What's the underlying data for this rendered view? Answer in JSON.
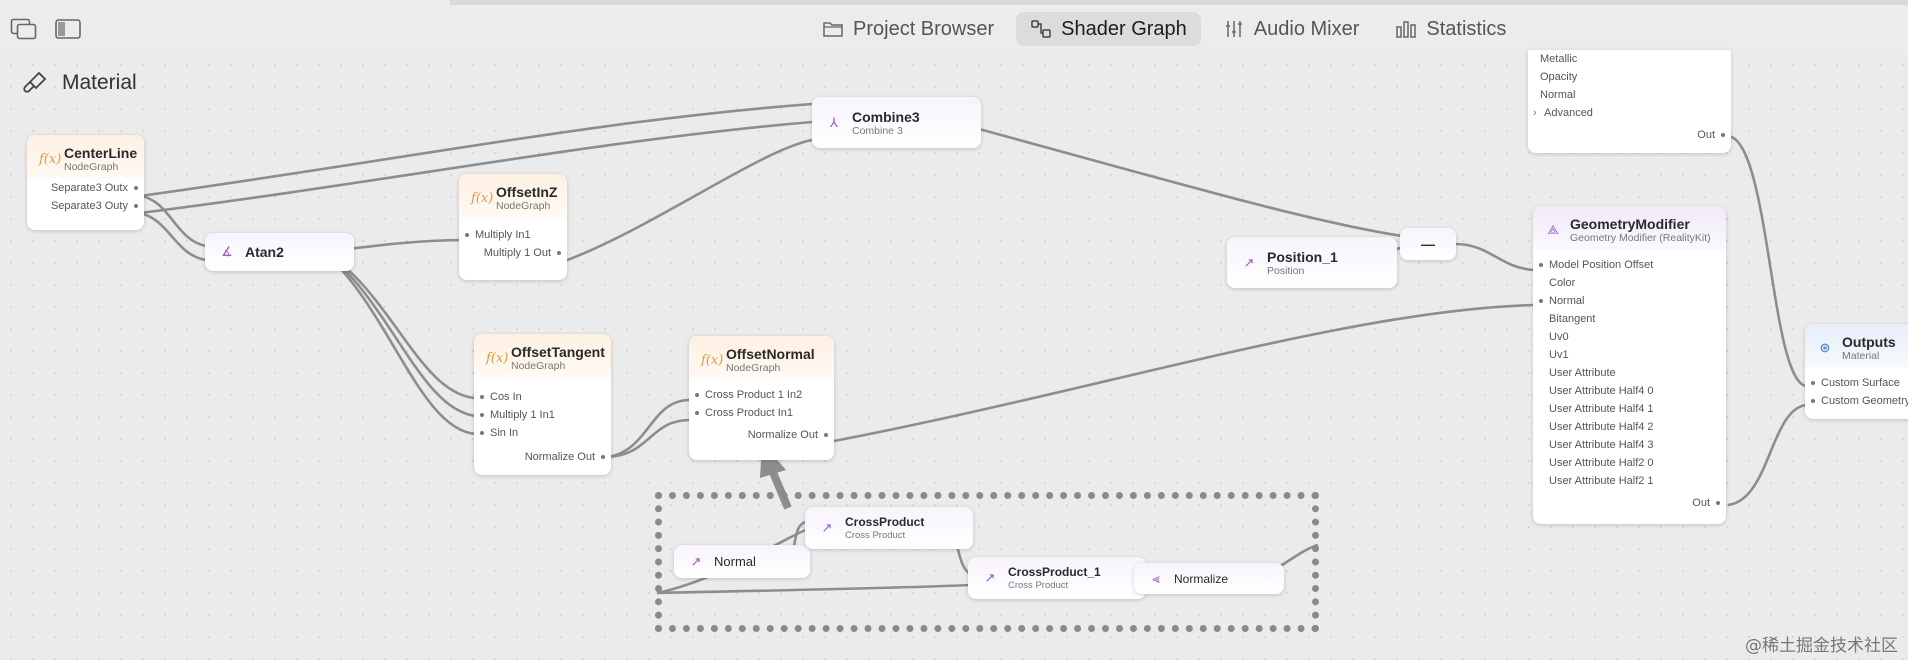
{
  "toolbar": {
    "tabs": [
      {
        "label": "Project Browser",
        "icon": "folder-icon",
        "active": false
      },
      {
        "label": "Shader Graph",
        "icon": "graph-icon",
        "active": true
      },
      {
        "label": "Audio Mixer",
        "icon": "sliders-icon",
        "active": false
      },
      {
        "label": "Statistics",
        "icon": "bar-chart-icon",
        "active": false
      }
    ]
  },
  "canvas": {
    "title": "Material"
  },
  "nodes": {
    "centerline": {
      "title": "CenterLine",
      "subtitle": "NodeGraph",
      "outputs": [
        "Separate3 Outx",
        "Separate3 Outy"
      ]
    },
    "atan2": {
      "title": "Atan2"
    },
    "offsetinz": {
      "title": "OffsetInZ",
      "subtitle": "NodeGraph",
      "inputs": [
        "Multiply In1"
      ],
      "outputs": [
        "Multiply 1 Out"
      ]
    },
    "combine3": {
      "title": "Combine3",
      "subtitle": "Combine 3"
    },
    "offsettangent": {
      "title": "OffsetTangent",
      "subtitle": "NodeGraph",
      "inputs": [
        "Cos In",
        "Multiply 1 In1",
        "Sin In"
      ],
      "outputs": [
        "Normalize Out"
      ]
    },
    "offsetnormal": {
      "title": "OffsetNormal",
      "subtitle": "NodeGraph",
      "inputs": [
        "Cross Product 1 In2",
        "Cross Product In1"
      ],
      "outputs": [
        "Normalize Out"
      ]
    },
    "position1": {
      "title": "Position_1",
      "subtitle": "Position"
    },
    "minus": {
      "symbol": "—"
    },
    "surface": {
      "inputs": [
        "Metallic",
        "Opacity",
        "Normal",
        "Advanced"
      ],
      "outputs": [
        "Out"
      ]
    },
    "geometry": {
      "title": "GeometryModifier",
      "subtitle": "Geometry Modifier (RealityKit)",
      "inputs": [
        "Model Position Offset",
        "Color",
        "Normal",
        "Bitangent",
        "Uv0",
        "Uv1",
        "User Attribute",
        "User Attribute Half4 0",
        "User Attribute Half4 1",
        "User Attribute Half4 2",
        "User Attribute Half4 3",
        "User Attribute Half2 0",
        "User Attribute Half2 1"
      ],
      "outputs": [
        "Out"
      ]
    },
    "outputs": {
      "title": "Outputs",
      "subtitle": "Material",
      "inputs": [
        "Custom Surface",
        "Custom Geometry"
      ]
    },
    "normal": {
      "title": "Normal"
    },
    "crossproduct": {
      "title": "CrossProduct",
      "subtitle": "Cross Product"
    },
    "crossproduct1": {
      "title": "CrossProduct_1",
      "subtitle": "Cross Product"
    },
    "normalize": {
      "title": "Normalize"
    }
  },
  "watermark": "@稀土掘金技术社区"
}
